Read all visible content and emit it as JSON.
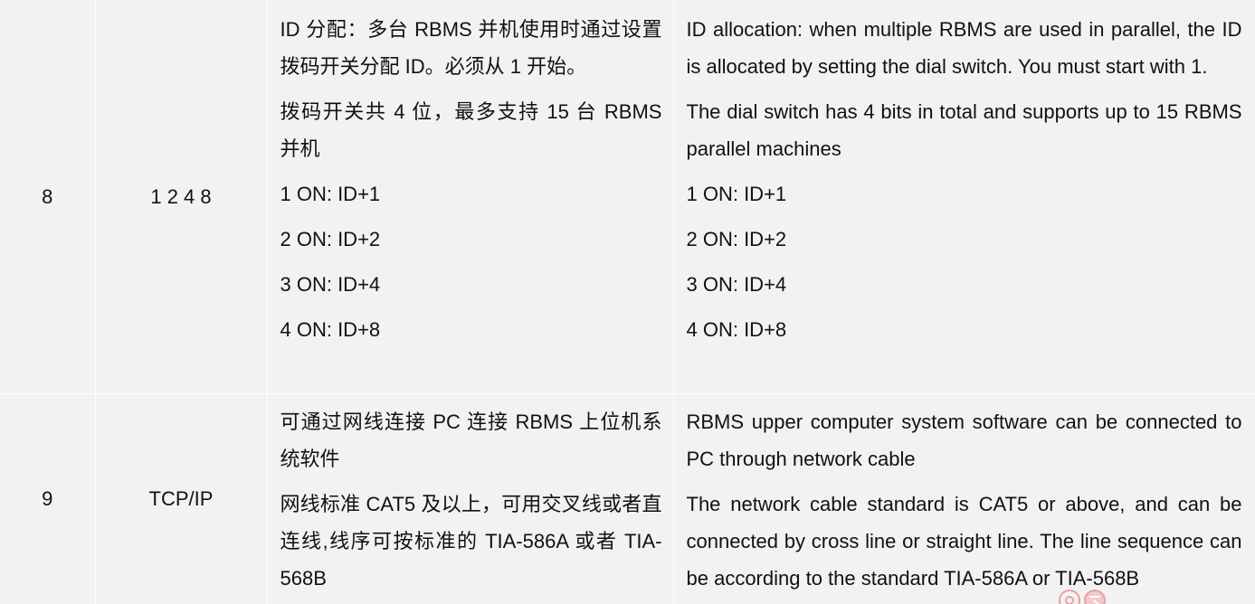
{
  "rows": [
    {
      "no": "8",
      "name": "1 2 4 8",
      "cn": [
        "ID 分配：多台 RBMS 并机使用时通过设置拨码开关分配 ID。必须从 1 开始。",
        "拨码开关共 4 位，最多支持 15 台 RBMS 并机",
        "1 ON: ID+1",
        "2 ON: ID+2",
        "3 ON: ID+4",
        "4 ON: ID+8"
      ],
      "en": [
        "ID allocation: when multiple RBMS are used in parallel, the ID is allocated by setting the dial switch. You must start with 1.",
        "The dial switch has 4 bits in total and supports up to 15 RBMS parallel machines",
        "1 ON: ID+1",
        "2 ON: ID+2",
        "3 ON: ID+4",
        "4 ON: ID+8"
      ]
    },
    {
      "no": "9",
      "name": "TCP/IP",
      "cn": [
        "可通过网线连接 PC 连接 RBMS 上位机系统软件",
        "网线标准 CAT5 及以上，可用交叉线或者直连线,线序可按标准的 TIA-586A 或者 TIA-568B"
      ],
      "en": [
        "RBMS upper computer system software can be connected to PC through network cable",
        "The network cable standard is CAT5 or above, and can be connected by cross line or straight line. The line sequence can be according to the standard TIA-586A or TIA-568B"
      ]
    }
  ],
  "colors": {
    "cell_bg": "#f2f2f2",
    "grid_line": "#ffffff",
    "text": "#111111",
    "watermark": "#e8a0a0"
  }
}
